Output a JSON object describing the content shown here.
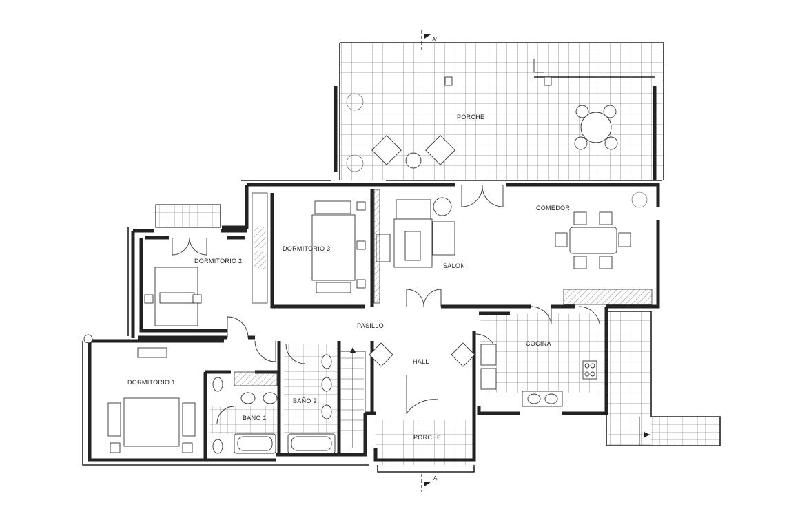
{
  "rooms": {
    "porche_top": "PORCHE",
    "comedor": "COMEDOR",
    "dormitorio3": "DORMITORIO 3",
    "dormitorio2": "DORMITORIO 2",
    "salon": "SALON",
    "pasillo": "PASILLO",
    "cocina": "COCINA",
    "hall": "HALL",
    "dormitorio1": "DORMITORIO 1",
    "bano1": "BAÑO 1",
    "bano2": "BAÑO 2",
    "porche_bottom": "PORCHE"
  },
  "section_marks": {
    "top": "A'",
    "bottom": "A"
  }
}
